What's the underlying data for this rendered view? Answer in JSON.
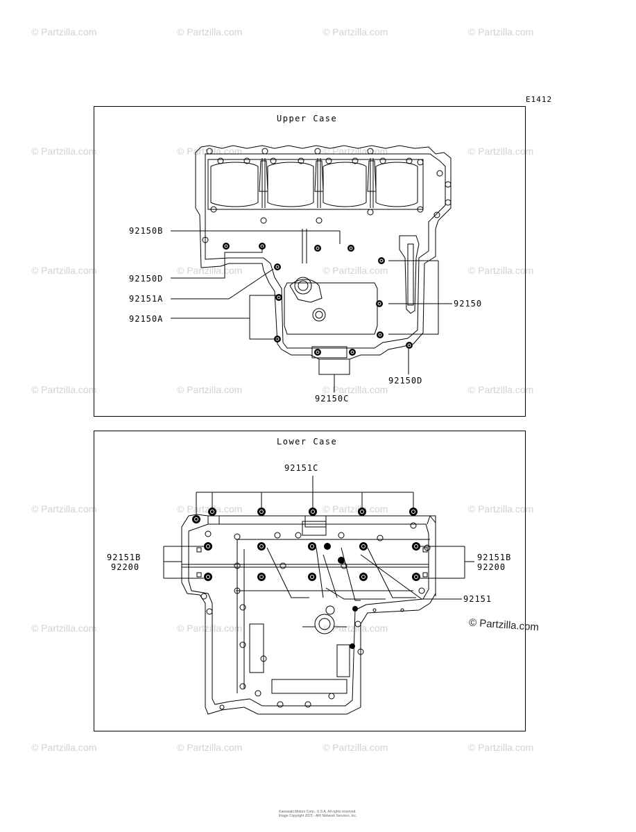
{
  "figure_code": "E1412",
  "watermark_text": "© Partzilla.com",
  "upper_panel": {
    "title": "Upper Case",
    "labels": {
      "b_92150B": "92150B",
      "b_92150D_left": "92150D",
      "b_92151A": "92151A",
      "b_92150A": "92150A",
      "b_92150": "92150",
      "b_92150D_right": "92150D",
      "b_92150C": "92150C"
    }
  },
  "lower_panel": {
    "title": "Lower Case",
    "labels": {
      "b_92151C": "92151C",
      "left_92151B": "92151B",
      "left_92200": "92200",
      "right_92151B": "92151B",
      "right_92200": "92200",
      "b_92151": "92151"
    }
  },
  "corner_watermark": "© Partzilla.com",
  "footer": {
    "line1": "Kawasaki Motors Corp., U.S.A. All rights reserved.",
    "line2": "Image Copyright 2021 - ARI Network Services, Inc."
  },
  "colors": {
    "line": "#000000",
    "watermark": "#d2d2d2"
  }
}
